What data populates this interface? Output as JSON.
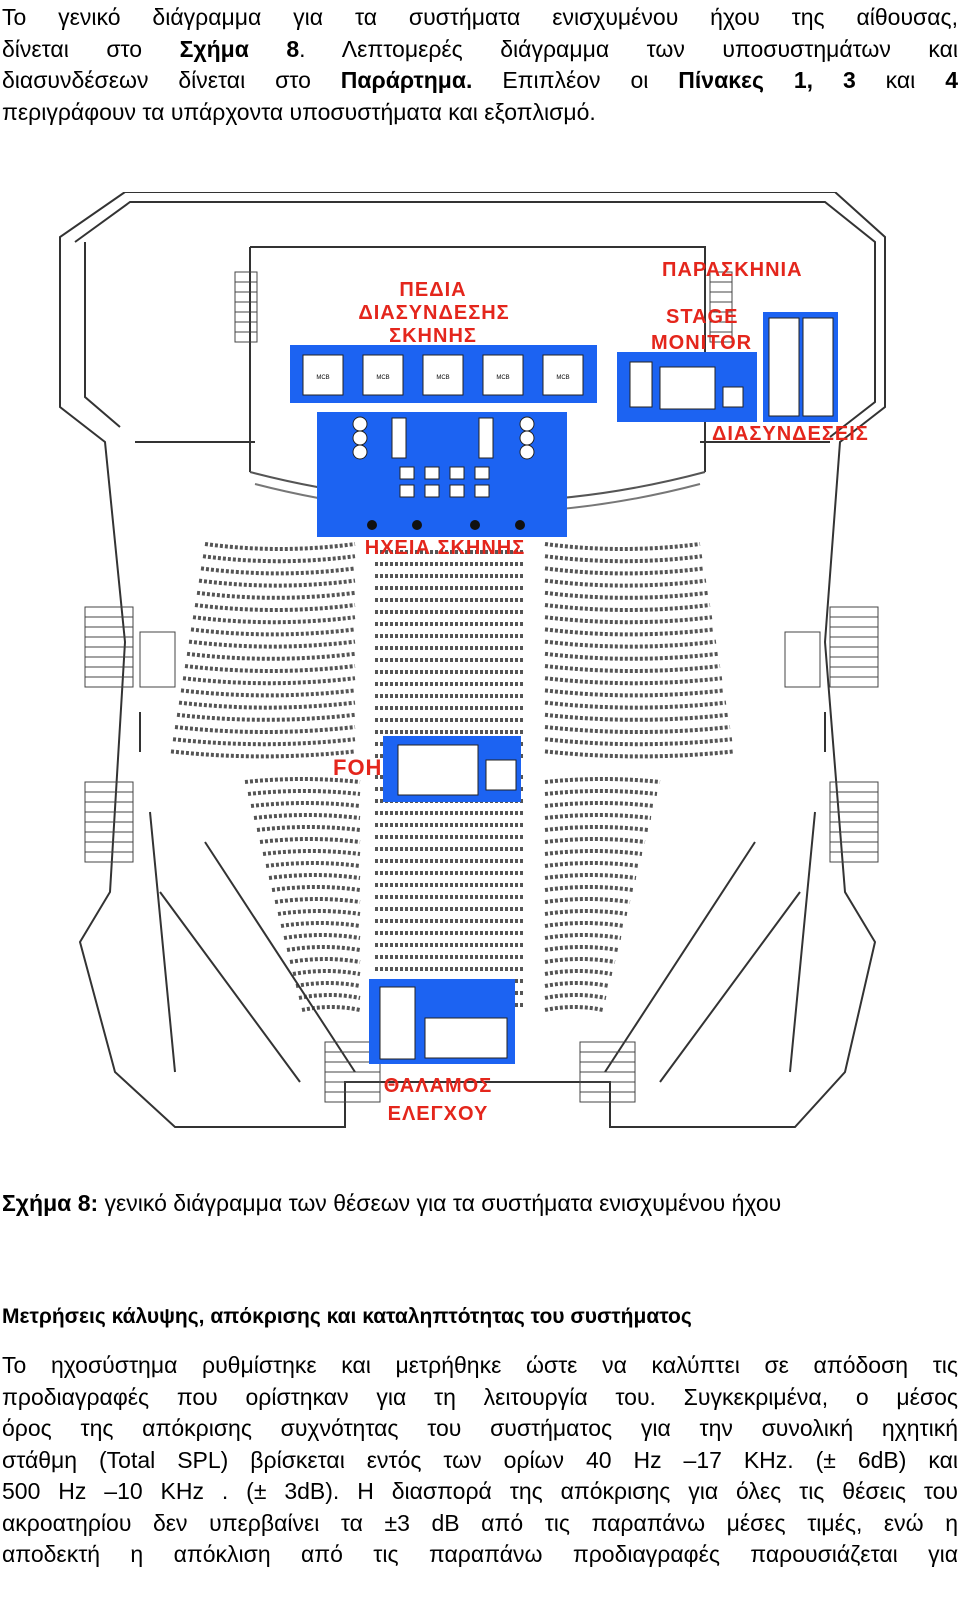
{
  "intro": {
    "line1": "Το γενικό διάγραμμα για τα συστήματα ενισχυμένου ήχου της αίθουσας,",
    "line2_pre": "δίνεται στο ",
    "line2_bold": "Σχήμα 8",
    "line2_post": ". Λεπτομερές διάγραμμα των υποσυστημάτων και",
    "line3_pre": "διασυνδέσεων δίνεται στο ",
    "line3_bold1": "Παράρτημα.",
    "line3_mid": " Επιπλέον οι ",
    "line3_bold2": "Πίνακες 1, 3",
    "line3_mid2": " και ",
    "line3_bold3": "4",
    "line4": "περιγράφουν τα υπάρχοντα υποσυστήματα και εξοπλισμό."
  },
  "figure": {
    "labels": {
      "stage_fields_1": "ΠΕΔΙΑ",
      "stage_fields_2": "ΔΙΑΣΥΝΔΕΣΗΣ",
      "stage_fields_3": "ΣΚΗΝΗΣ",
      "backstage": "ΠΑΡΑΣΚΗΝΙΑ",
      "stage_monitor_1": "STAGE",
      "stage_monitor_2": "MONITOR",
      "interconnections": "ΔΙΑΣΥΝΔΕΣΕΙΣ",
      "stage_speakers": "ΗΧΕΙΑ ΣΚΗΝΗΣ",
      "foh": "FOH",
      "control_room_1": "ΘΑΛΑΜΟΣ",
      "control_room_2": "ΕΛΕΓΧΟΥ"
    },
    "mcb_label": "MCB",
    "colors": {
      "accent_blue": "#1c63f2",
      "label_red": "#e4261c"
    }
  },
  "caption": {
    "bold": "Σχήμα 8:",
    "text": " γενικό διάγραμμα των θέσεων για τα συστήματα ενισχυμένου ήχου"
  },
  "section_heading": "Μετρήσεις κάλυψης, απόκρισης και καταληπτότητας του συστήματος",
  "body": {
    "line1": "Το ηχοσύστημα ρυθμίστηκε και μετρήθηκε ώστε να καλύπτει σε απόδοση τις",
    "line2": "προδιαγραφές που ορίστηκαν για τη λειτουργία του. Συγκεκριμένα, ο μέσος",
    "line3": "όρος της απόκρισης συχνότητας του συστήματος για την συνολική ηχητική",
    "line4": "στάθμη (Total SPL) βρίσκεται εντός των ορίων  40 Hz –17 KHz. (± 6dB) και",
    "line5": "500 Hz –10 KHz . (± 3dB). Η διασπορά της απόκρισης για όλες τις θέσεις του",
    "line6": "ακροατηρίου δεν υπερβαίνει τα ±3 dB από τις παραπάνω μέσες τιμές, ενώ η",
    "line7": "αποδεκτή η απόκλιση από τις παραπάνω προδιαγραφές παρουσιάζεται για"
  }
}
